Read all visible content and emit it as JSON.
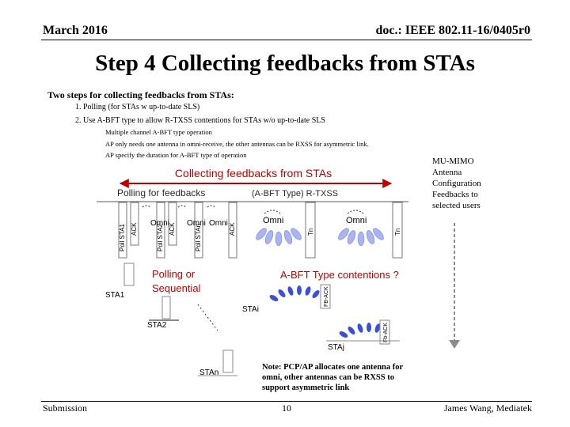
{
  "header": {
    "date": "March 2016",
    "doc": "doc.: IEEE 802.11-16/0405r0"
  },
  "title": "Step 4 Collecting feedbacks from STAs",
  "bullets": {
    "l1": "Two steps for collecting feedbacks from STAs:",
    "l2": [
      "1. Polling (for STAs w up-to-date SLS)",
      "2. Use A-BFT type to allow R-TXSS contentions for STAs w/o up-to-date SLS"
    ],
    "l3": [
      "Multiple channel A-BFT type operation",
      "AP only needs one antenna in omni-receive, the other antennas can be RXSS for asymmetric link.",
      "AP specify the duration for A-BFT type of operation"
    ]
  },
  "diagram": {
    "collecting_label": "Collecting feedbacks from STAs",
    "polling_label": "Polling for feedbacks",
    "abft_label": "(A-BFT Type) R-TXSS",
    "poll_slots": [
      "Poll STA1",
      "ACK",
      "Poll STA2",
      "ACK",
      "Poll STAn",
      "ACK"
    ],
    "omni": "Omni",
    "tn": "Tn",
    "sta_labels": [
      "STA1",
      "STA2",
      "STAn",
      "STAi",
      "STAj"
    ],
    "fb_ack": [
      "FB-ACK",
      "Fb-ACK"
    ],
    "polling_or_seq": [
      "Polling or",
      "Sequential"
    ],
    "abft_contentions": "A-BFT Type contentions ?",
    "mu_mimo": [
      "MU-MIMO",
      "Antenna",
      "Configuration",
      "Feedbacks to",
      "selected users"
    ],
    "note": [
      "Note: PCP/AP allocates one antenna for",
      "omni, other antennas can be RXSS to",
      "support asymmetric link"
    ]
  },
  "footer": {
    "left": "Submission",
    "page": "10",
    "right": "James Wang, Mediatek"
  },
  "colors": {
    "accent_red": "#c00000",
    "beam_blue": "#3b4fd8",
    "arrow_gray": "#8c8c8c"
  }
}
